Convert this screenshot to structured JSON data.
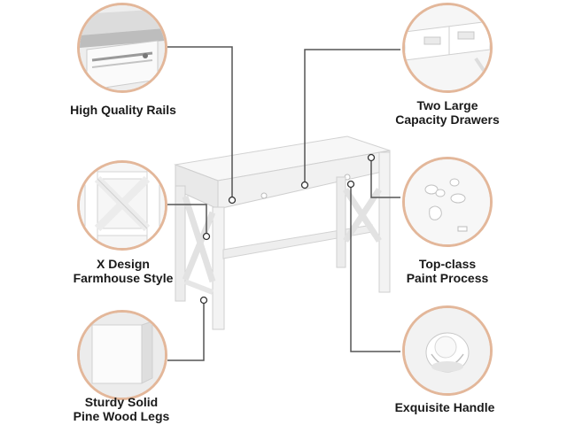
{
  "features": {
    "rails": "High Quality Rails",
    "drawers_line1": "Two Large",
    "drawers_line2": "Capacity Drawers",
    "x_design_line1": "X Design",
    "x_design_line2": "Farmhouse Style",
    "paint_line1": "Top-class",
    "paint_line2": "Paint Process",
    "legs_line1": "Sturdy Solid",
    "legs_line2": "Pine Wood Legs",
    "handle": "Exquisite Handle"
  },
  "colors": {
    "circle_border": "#e3b79a",
    "leader_line": "#555555",
    "desk_white": "#f5f5f5",
    "desk_edge": "#cfcfcf"
  }
}
